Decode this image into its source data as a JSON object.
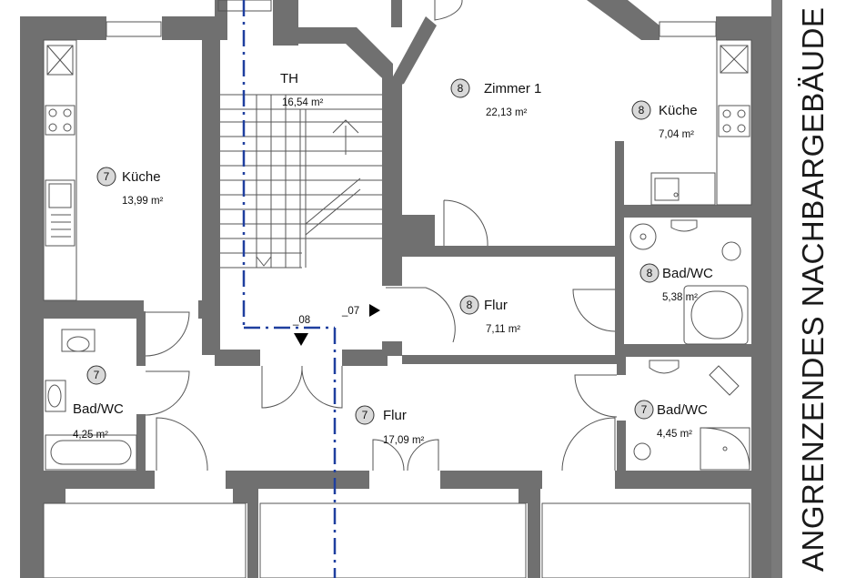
{
  "rooms": [
    {
      "id": "th",
      "number": "",
      "name": "TH",
      "area": "16,54 m²"
    },
    {
      "id": "zimmer1",
      "number": "8",
      "name": "Zimmer 1",
      "area": "22,13 m²"
    },
    {
      "id": "kueche8",
      "number": "8",
      "name": "Küche",
      "area": "7,04 m²"
    },
    {
      "id": "kueche7",
      "number": "7",
      "name": "Küche",
      "area": "13,99 m²"
    },
    {
      "id": "bad8",
      "number": "8",
      "name": "Bad/WC",
      "area": "5,38 m²"
    },
    {
      "id": "flur8",
      "number": "8",
      "name": "Flur",
      "area": "7,11 m²"
    },
    {
      "id": "bad7l",
      "number": "7",
      "name": "Bad/WC",
      "area": "4,25 m²"
    },
    {
      "id": "flur7",
      "number": "7",
      "name": "Flur",
      "area": "17,09 m²"
    },
    {
      "id": "bad7r",
      "number": "7",
      "name": "Bad/WC",
      "area": "4,45 m²"
    }
  ],
  "markers": {
    "m07": "_07",
    "m08": "_08"
  },
  "side_label": "ANGRENZENDES NACHBARGEBÄUDE",
  "colors": {
    "wall": "#707070",
    "section_line": "#1f3f9f",
    "side_bar": "#7a7a7a"
  }
}
